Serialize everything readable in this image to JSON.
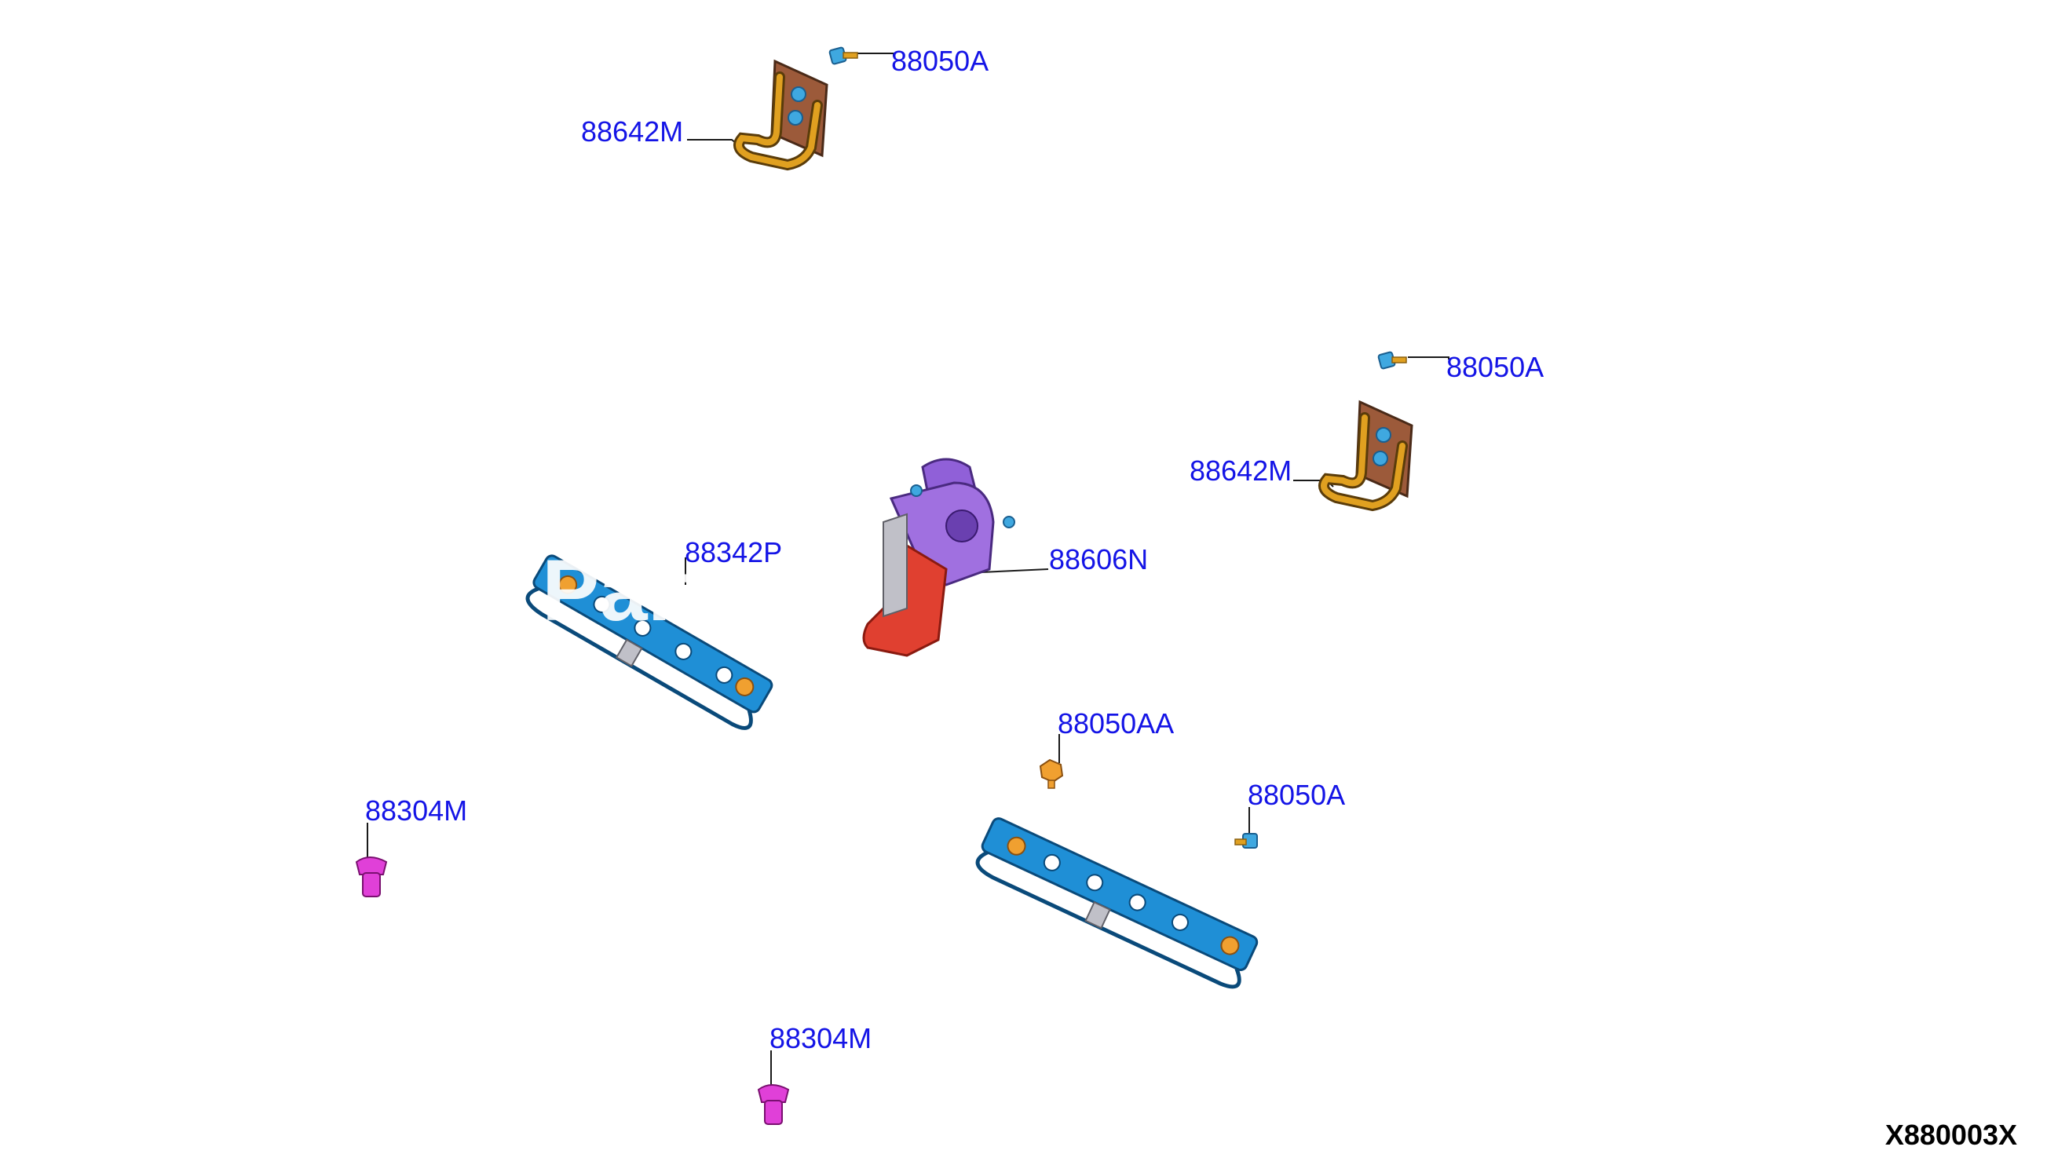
{
  "diagram": {
    "id": "X880003X"
  },
  "callouts": {
    "c1": "88050A",
    "c2": "88642M",
    "c3": "88050A",
    "c4": "88642M",
    "c5": "88342P",
    "c6": "88606N",
    "c7": "88050AA",
    "c8": "88050A",
    "c9": "88304M",
    "c10": "88304M"
  },
  "colors": {
    "callout_text": "#1414e6",
    "bracket_brown": "#9c5a3a",
    "wire_gold": "#e0a020",
    "bolt_blue": "#3fa8e0",
    "rail_blue": "#1f8fd6",
    "pivot_purple": "#9060d8",
    "pivot_red": "#e04030",
    "clip_magenta": "#e040d8",
    "nut_orange": "#f0a030"
  },
  "watermark": {
    "text": "Parts"
  }
}
